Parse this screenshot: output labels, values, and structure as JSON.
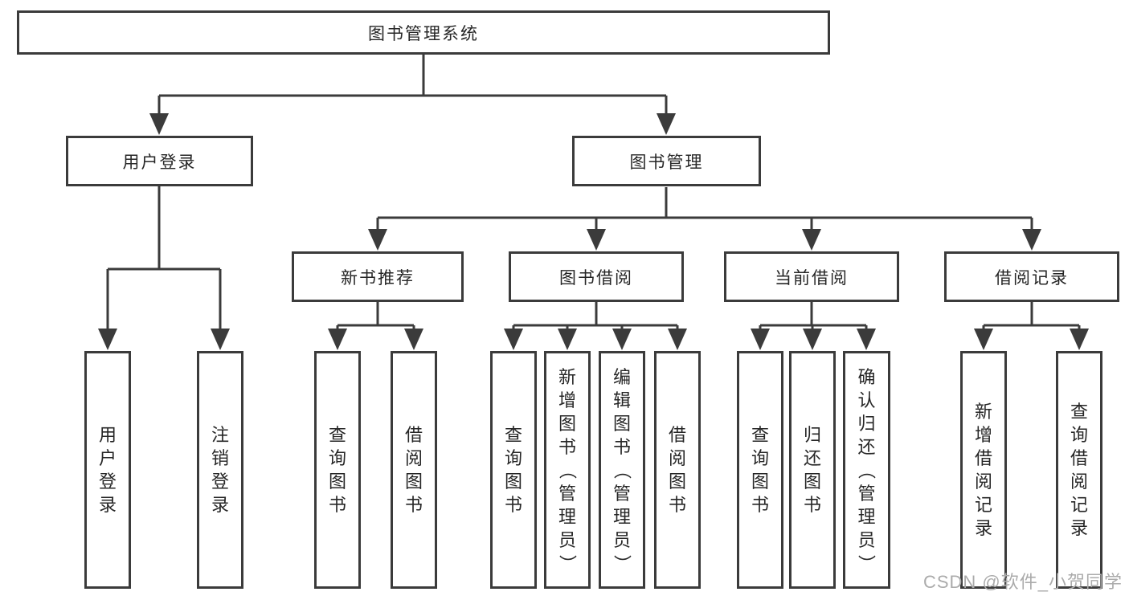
{
  "page": {
    "watermark": "CSDN @软件_小贺同学"
  },
  "colors": {
    "line": "#3b3b3b",
    "text": "#262626",
    "box_background": "#ffffff",
    "watermark": "#ababab"
  },
  "tree": {
    "root": {
      "label": "图书管理系统"
    },
    "branches": [
      {
        "label": "用户登录",
        "children": [
          {
            "label": "用户登录"
          },
          {
            "label": "注销登录"
          }
        ]
      },
      {
        "label": "图书管理",
        "groups": [
          {
            "label": "新书推荐",
            "children": [
              {
                "label": "查询图书"
              },
              {
                "label": "借阅图书"
              }
            ]
          },
          {
            "label": "图书借阅",
            "children": [
              {
                "label": "查询图书"
              },
              {
                "label": "新增图书（管理员）"
              },
              {
                "label": "编辑图书（管理员）"
              },
              {
                "label": "借阅图书"
              }
            ]
          },
          {
            "label": "当前借阅",
            "children": [
              {
                "label": "查询图书"
              },
              {
                "label": "归还图书"
              },
              {
                "label": "确认归还（管理员）"
              }
            ]
          },
          {
            "label": "借阅记录",
            "children": [
              {
                "label": "新增借阅记录"
              },
              {
                "label": "查询借阅记录"
              }
            ]
          }
        ]
      }
    ]
  }
}
